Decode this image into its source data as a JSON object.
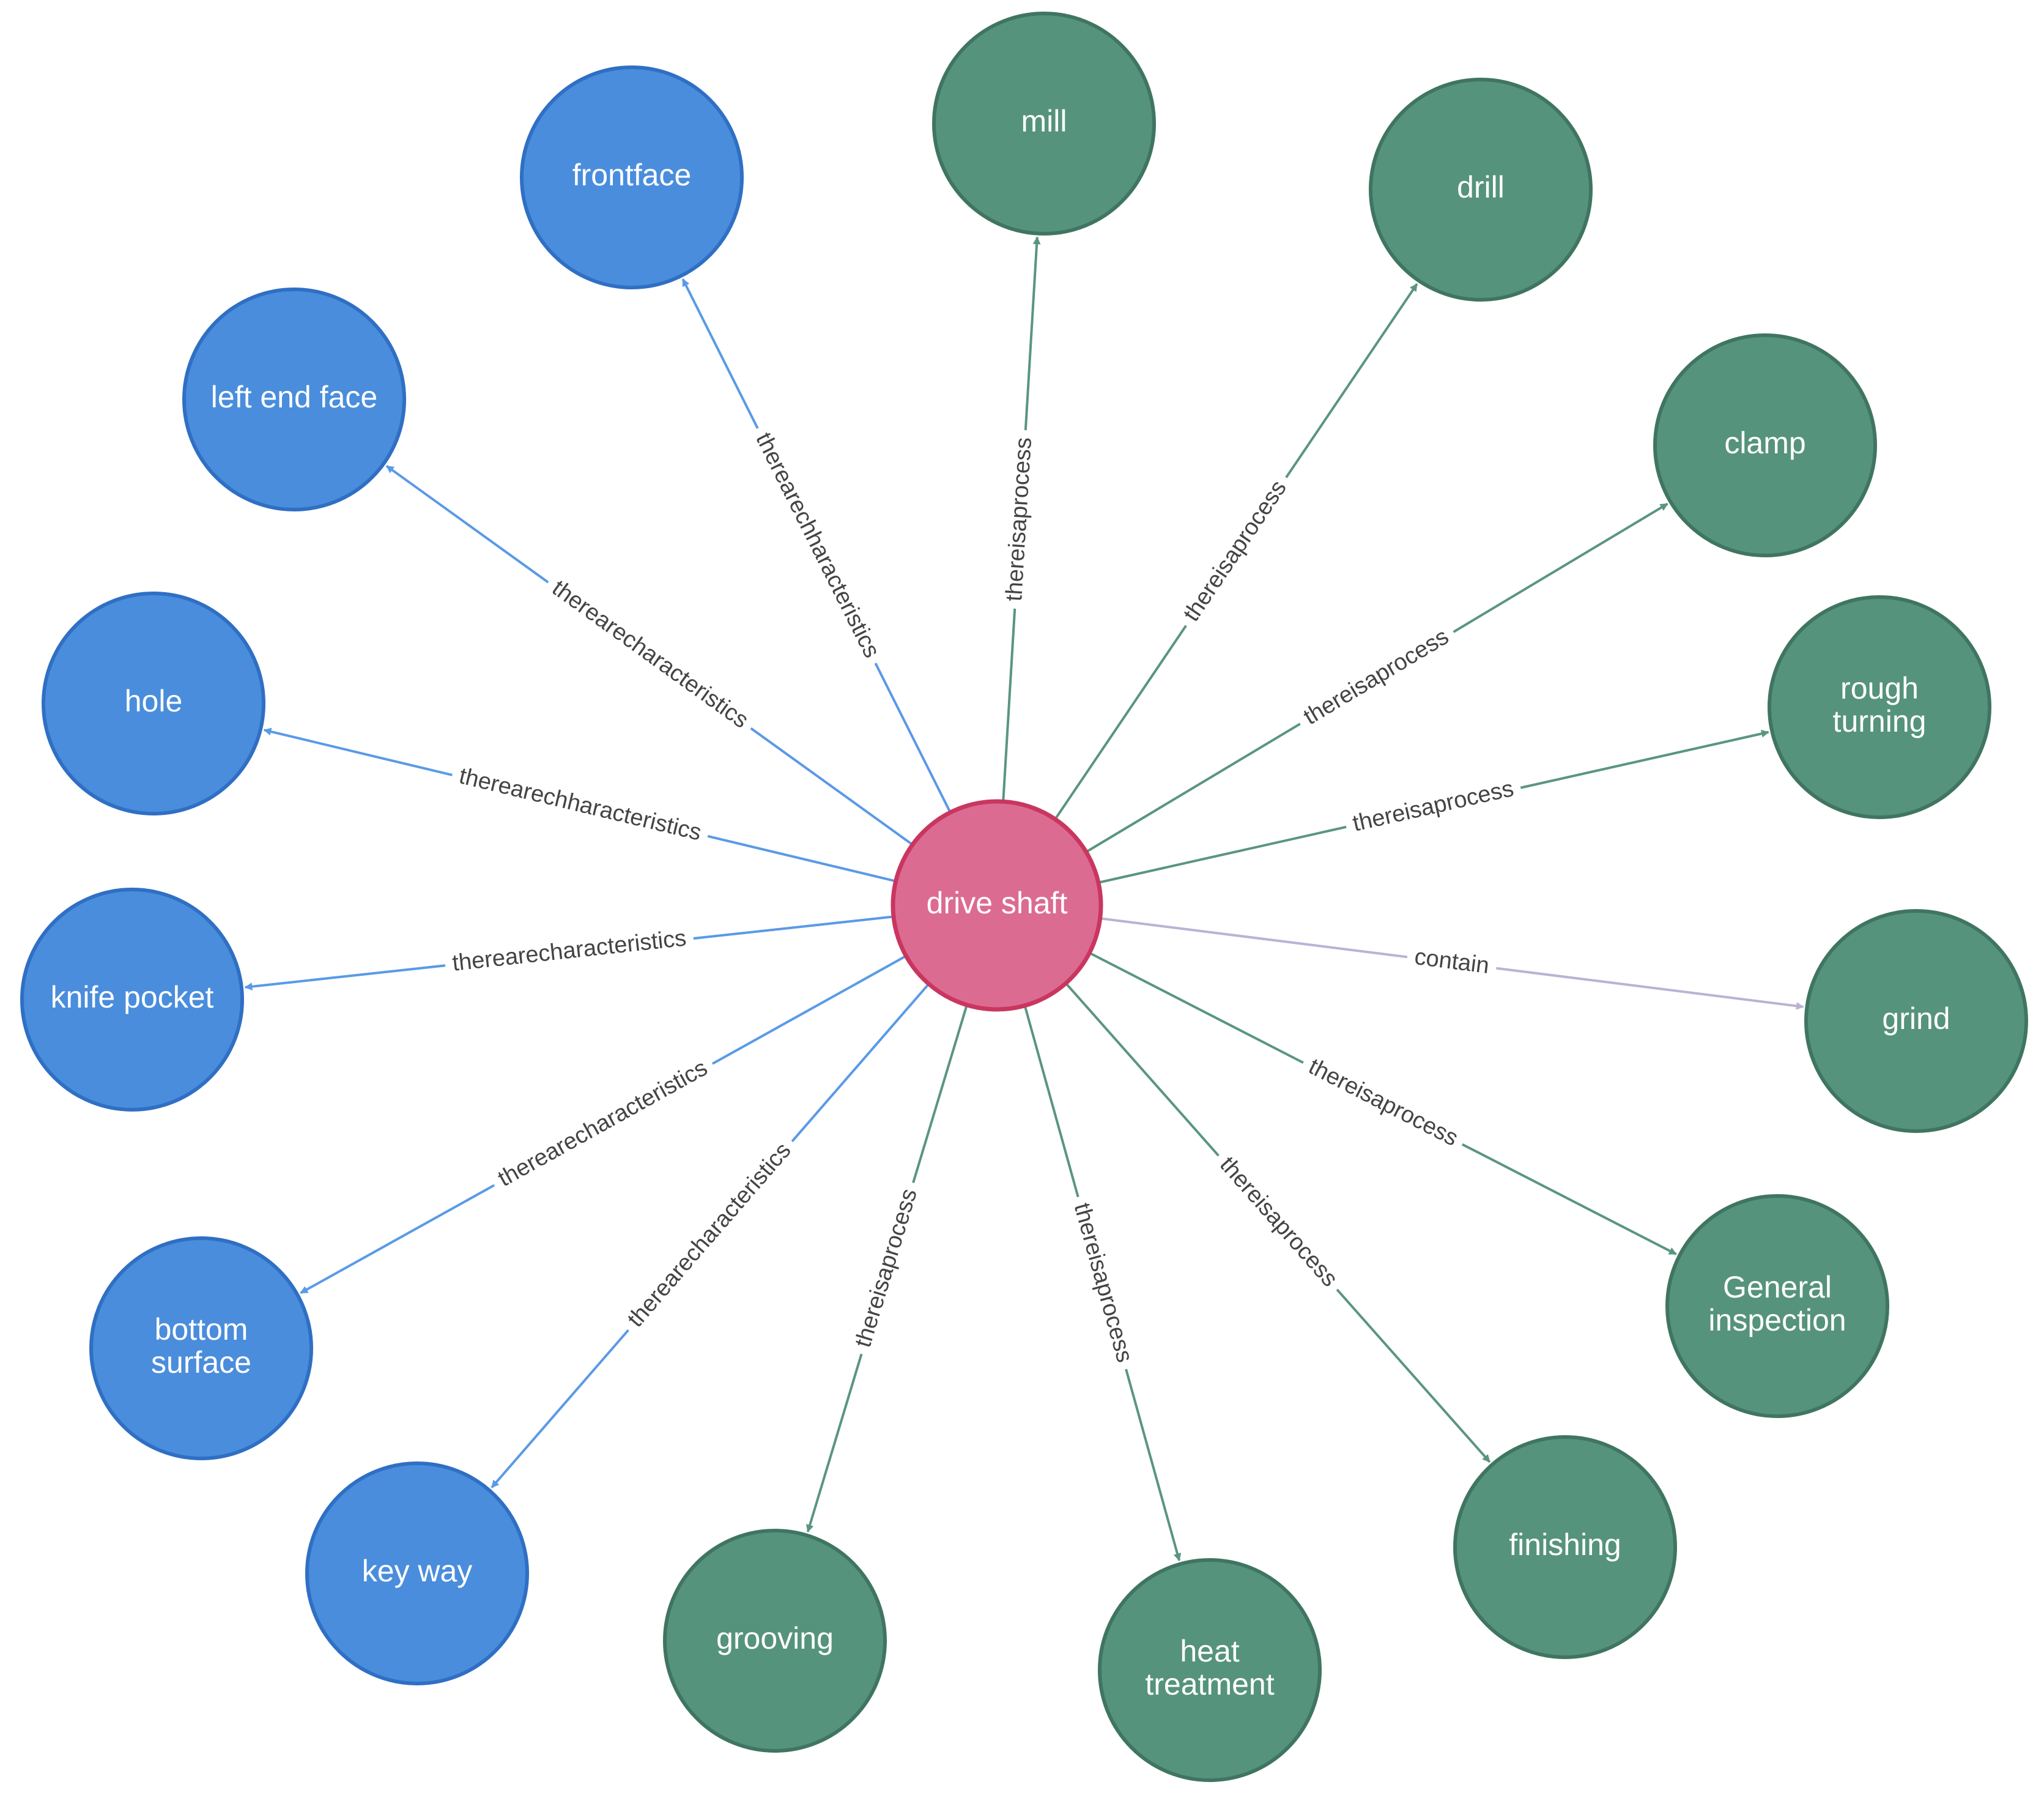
{
  "colors": {
    "characteristic_fill": "#4a8ddc",
    "characteristic_stroke": "#2f6fc4",
    "characteristic_edge": "#5a9ae6",
    "process_fill": "#56937c",
    "process_stroke": "#3f7561",
    "process_edge": "#5a9580",
    "contain_edge": "#b9b3d3",
    "center_fill": "#dc6b91",
    "center_stroke": "#c9365f"
  },
  "center": {
    "label": "drive shaft"
  },
  "nodes": [
    {
      "id": "frontface",
      "lines": [
        "frontface"
      ],
      "kind": "characteristic",
      "edge_label": "therearechharacteristics"
    },
    {
      "id": "left-end-face",
      "lines": [
        "left end face"
      ],
      "kind": "characteristic",
      "edge_label": "therearecharacteristics"
    },
    {
      "id": "hole",
      "lines": [
        "hole"
      ],
      "kind": "characteristic",
      "edge_label": "therearechharacteristics"
    },
    {
      "id": "knife-pocket",
      "lines": [
        "knife pocket"
      ],
      "kind": "characteristic",
      "edge_label": "therearecharacteristics"
    },
    {
      "id": "bottom-surface",
      "lines": [
        "bottom",
        "surface"
      ],
      "kind": "characteristic",
      "edge_label": "therearecharacteristics"
    },
    {
      "id": "key-way",
      "lines": [
        "key way"
      ],
      "kind": "characteristic",
      "edge_label": "therearecharacteristics"
    },
    {
      "id": "mill",
      "lines": [
        "mill"
      ],
      "kind": "process",
      "edge_label": "thereisaprocess"
    },
    {
      "id": "drill",
      "lines": [
        "drill"
      ],
      "kind": "process",
      "edge_label": "thereisaprocess"
    },
    {
      "id": "clamp",
      "lines": [
        "clamp"
      ],
      "kind": "process",
      "edge_label": "thereisaprocess"
    },
    {
      "id": "rough-turning",
      "lines": [
        "rough",
        "turning"
      ],
      "kind": "process",
      "edge_label": "thereisaprocess"
    },
    {
      "id": "grind",
      "lines": [
        "grind"
      ],
      "kind": "process",
      "edge_label": "contain"
    },
    {
      "id": "general-inspection",
      "lines": [
        "General",
        "inspection"
      ],
      "kind": "process",
      "edge_label": "thereisaprocess"
    },
    {
      "id": "finishing",
      "lines": [
        "finishing"
      ],
      "kind": "process",
      "edge_label": "thereisaprocess"
    },
    {
      "id": "heat-treatment",
      "lines": [
        "heat",
        "treatment"
      ],
      "kind": "process",
      "edge_label": "thereisaprocess"
    },
    {
      "id": "grooving",
      "lines": [
        "grooving"
      ],
      "kind": "process",
      "edge_label": "thereisaprocess"
    }
  ]
}
